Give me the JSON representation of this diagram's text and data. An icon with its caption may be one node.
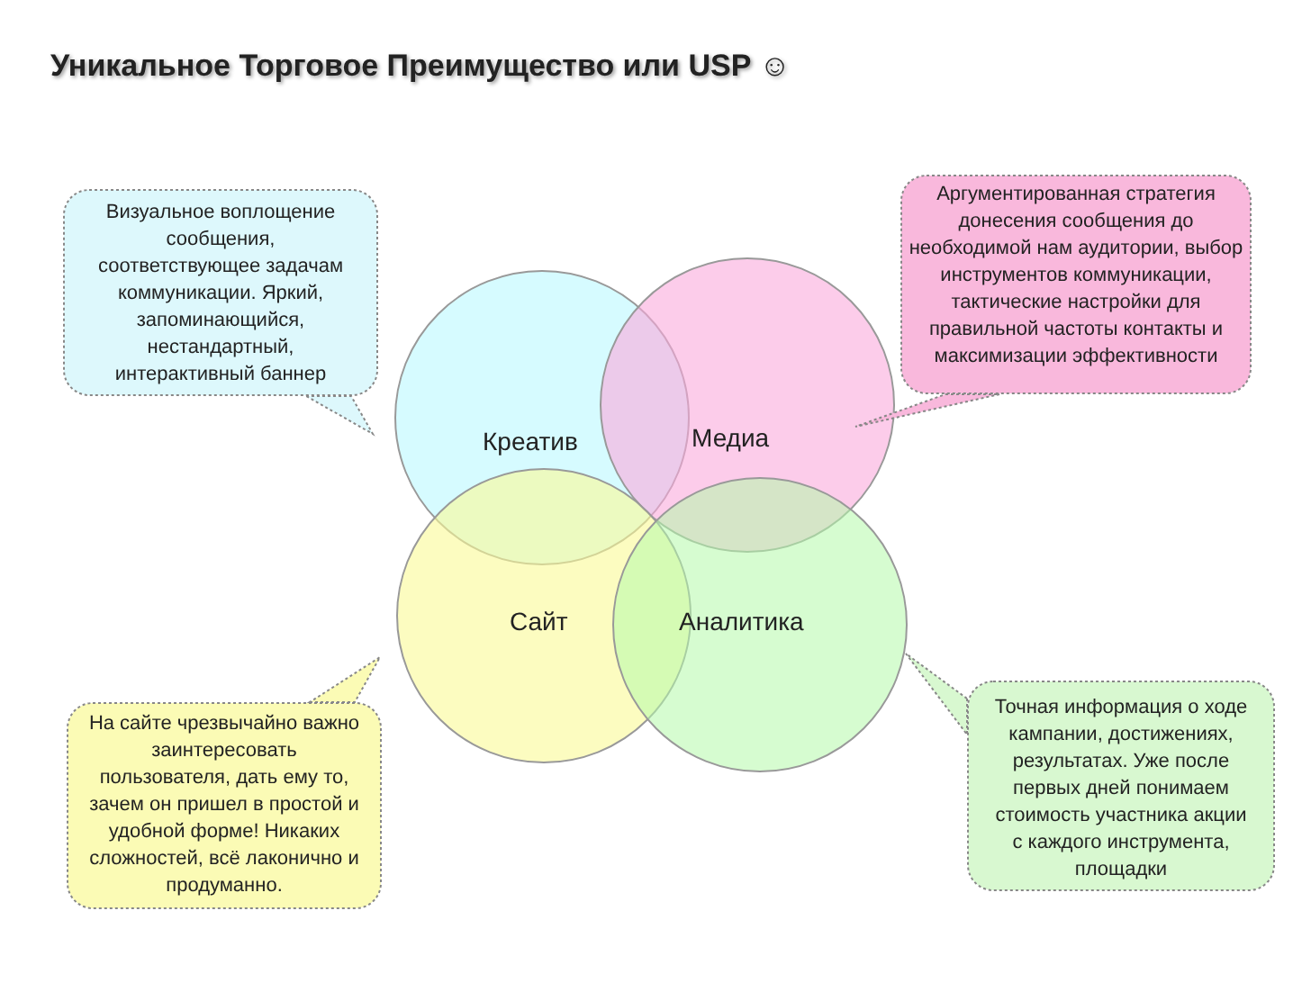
{
  "diagram": {
    "title": "Уникальное Торговое Преимущество или USP ☺",
    "nodes": [
      {
        "text": [
          "Креатив"
        ]
      },
      {
        "text": [
          "Медиа"
        ]
      },
      {
        "text": [
          "Сайт"
        ]
      },
      {
        "text": [
          "Аналитика"
        ]
      },
      {
        "text": [
          "Визуальное воплощение сообщения, соответствующее задачам коммуникации. Яркий, запоминающийся, нестандартный, интерактивный баннер"
        ]
      },
      {
        "text": [
          "Аргументированная стратегия донесения сообщения до необходимой нам аудитории, выбор инструментов коммуникации, тактические настройки для правильной частоты контакты и максимизации эффективности"
        ]
      },
      {
        "text": [
          "На сайте чрезвычайно важно заинтересовать пользователя, дать ему то, зачем он пришел в простой и удобной форме! Никаких сложностей, всё лаконично и продуманно."
        ]
      },
      {
        "text": [
          "Точная информация о ходе кампании, достижениях, результатах. Уже после первых дней понимаем стоимость участника акции с каждого инструмента, площадки"
        ]
      }
    ]
  }
}
